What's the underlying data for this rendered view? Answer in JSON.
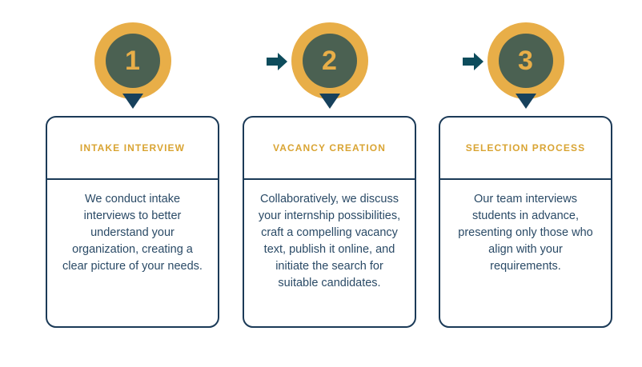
{
  "theme": {
    "background": "#ffffff",
    "ring_gold": "#E8AE48",
    "circle_green": "#4B6152",
    "title_gold": "#D9A433",
    "border_navy": "#1B3A57",
    "text_navy": "#2A4A66",
    "arrow_teal": "#0D4C5C",
    "pointer_navy": "#17415C"
  },
  "steps": [
    {
      "number": "1",
      "title": "INTAKE INTERVIEW",
      "body": "We conduct intake interviews to better understand your organization, creating a clear picture of your needs."
    },
    {
      "number": "2",
      "title": "VACANCY CREATION",
      "body": "Collaboratively, we discuss your internship possibilities, craft a compelling vacancy text, publish it online, and initiate the search for suitable candidates."
    },
    {
      "number": "3",
      "title": "SELECTION PROCESS",
      "body": "Our team interviews students in advance, presenting only those who align with your requirements."
    }
  ],
  "connectors": [
    {
      "name": "arrow-right-icon"
    },
    {
      "name": "arrow-right-icon"
    }
  ]
}
